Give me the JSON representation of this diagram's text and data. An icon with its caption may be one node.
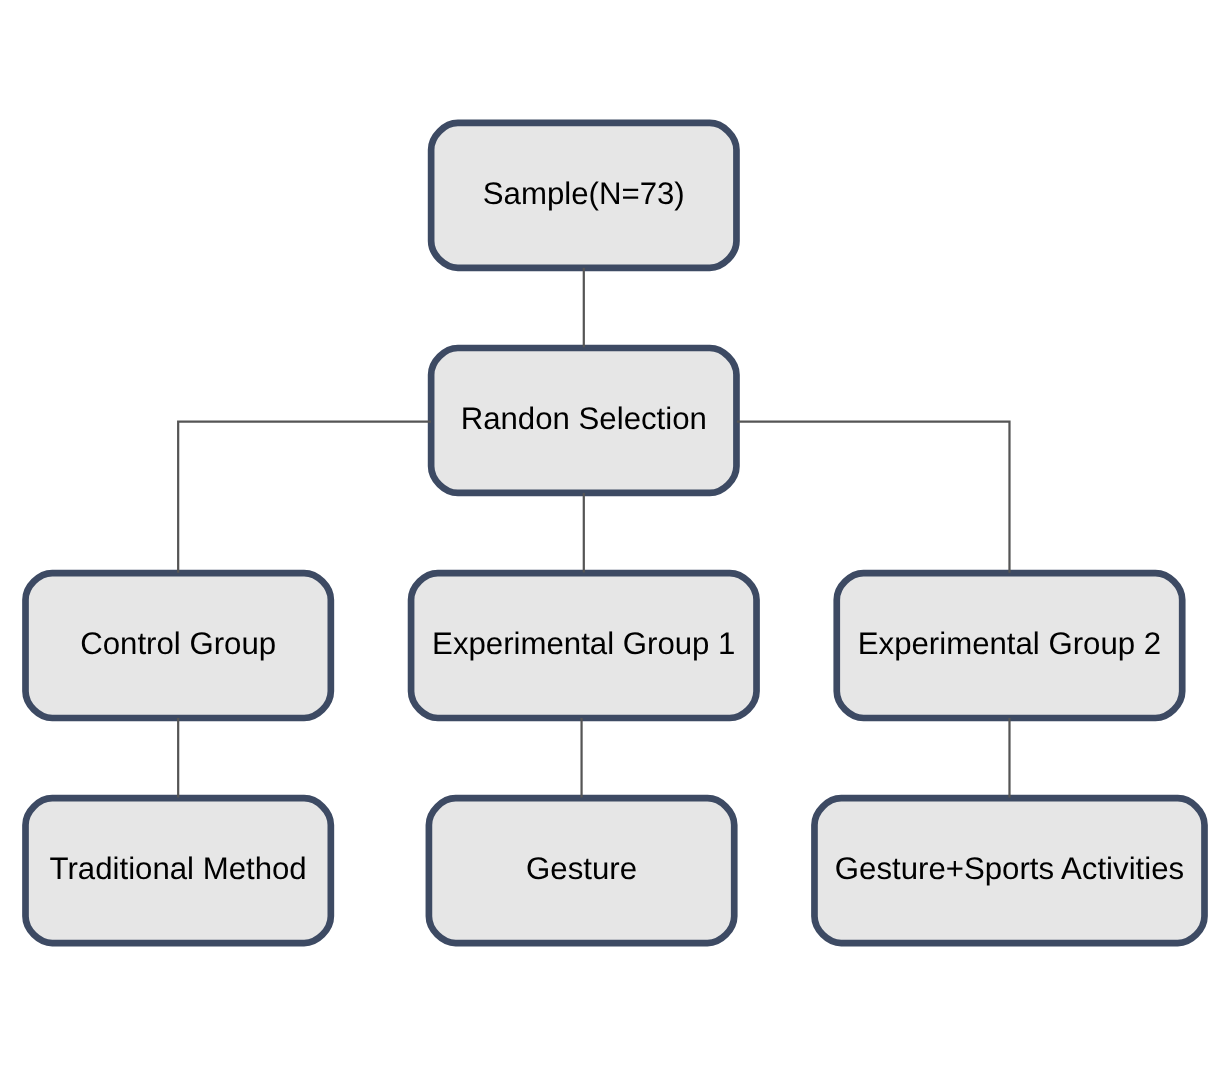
{
  "diagram": {
    "nodes": [
      {
        "text": [
          "Sample(N=73)"
        ]
      },
      {
        "text": [
          "Randon Selection"
        ]
      },
      {
        "text": [
          "Control Group"
        ]
      },
      {
        "text": [
          "Experimental Group 1"
        ]
      },
      {
        "text": [
          "Experimental Group 2"
        ]
      },
      {
        "text": [
          "Traditional Method"
        ]
      },
      {
        "text": [
          "Gesture"
        ]
      },
      {
        "text": [
          "Gesture+Sports Activities"
        ]
      }
    ],
    "edges": [
      {
        "from": 0,
        "to": 1,
        "arrow": "none"
      },
      {
        "from": 1,
        "to": 2,
        "arrow": "none"
      },
      {
        "from": 1,
        "to": 3,
        "arrow": "none"
      },
      {
        "from": 1,
        "to": 4,
        "arrow": "none"
      },
      {
        "from": 2,
        "to": 5,
        "arrow": "none"
      },
      {
        "from": 3,
        "to": 6,
        "arrow": "none"
      },
      {
        "from": 4,
        "to": 7,
        "arrow": "none"
      }
    ]
  }
}
